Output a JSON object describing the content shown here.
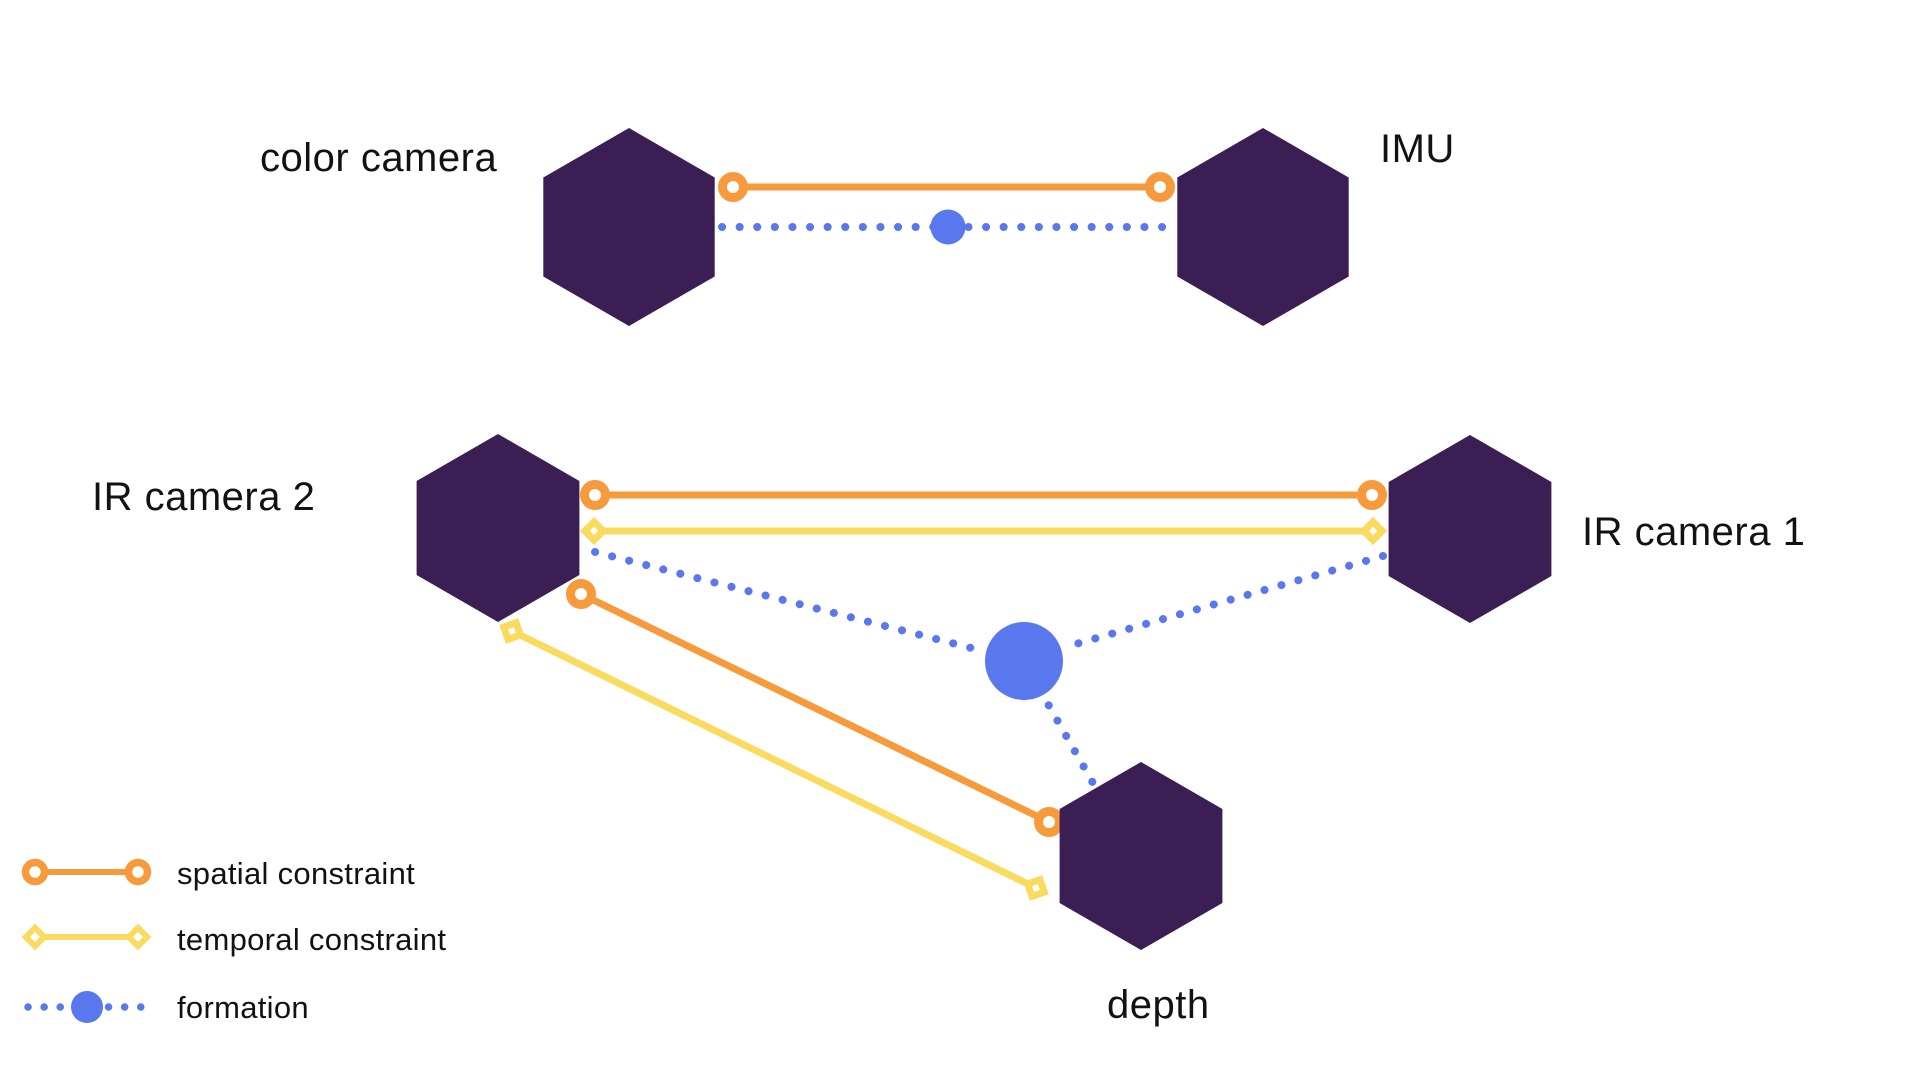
{
  "diagram": {
    "nodes": {
      "color_camera": {
        "label": "color camera"
      },
      "imu": {
        "label": "IMU"
      },
      "ir_camera_2": {
        "label": "IR camera 2"
      },
      "ir_camera_1": {
        "label": "IR camera 1"
      },
      "depth": {
        "label": "depth"
      }
    },
    "edges": [
      {
        "from": "color_camera",
        "to": "imu",
        "type": "spatial"
      },
      {
        "from": "ir_camera_2",
        "to": "ir_camera_1",
        "type": "spatial"
      },
      {
        "from": "ir_camera_2",
        "to": "depth",
        "type": "spatial"
      },
      {
        "from": "ir_camera_2",
        "to": "ir_camera_1",
        "type": "temporal"
      },
      {
        "from": "ir_camera_2",
        "to": "depth",
        "type": "temporal"
      }
    ],
    "formations": [
      {
        "members": [
          "color_camera",
          "imu"
        ]
      },
      {
        "members": [
          "ir_camera_2",
          "ir_camera_1",
          "depth"
        ]
      }
    ]
  },
  "legend": {
    "items": [
      {
        "id": "spatial",
        "label": "spatial constraint"
      },
      {
        "id": "temporal",
        "label": "temporal constraint"
      },
      {
        "id": "formation",
        "label": "formation"
      }
    ]
  },
  "icons": {
    "spatial_endpoint": "ring-icon",
    "temporal_endpoint": "diamond-icon",
    "formation_node": "dot-icon"
  },
  "colors": {
    "spatial": "#F69A3B",
    "temporal": "#FADB5F",
    "formation": "#5A78EE",
    "node": "#3B1E53",
    "text": "#121212",
    "background": "#FFFFFF"
  }
}
